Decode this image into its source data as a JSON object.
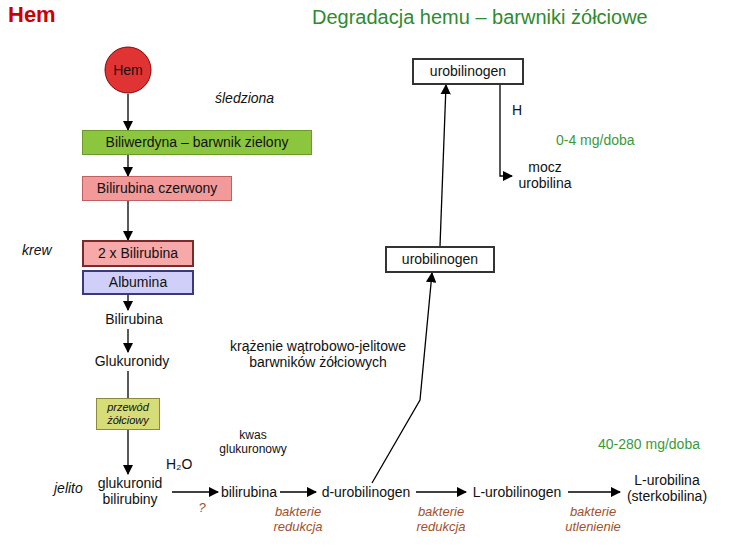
{
  "diagram": {
    "title": "Degradacja hemu – barwniki żółciowe",
    "nodes": [
      {
        "text": [
          "śledziona"
        ]
      },
      {
        "text": [
          "Hem"
        ],
        "in": 0
      },
      {
        "text": [
          "Biliwerdyna – barwnik zielony"
        ],
        "in": 0
      },
      {
        "text": [
          "Bilirubina czerwony"
        ]
      },
      {
        "text": [
          "krew"
        ]
      },
      {
        "text": [
          "2 x Bilirubina"
        ],
        "in": 4
      },
      {
        "text": [
          "Albumina"
        ],
        "in": 4
      },
      {
        "text": [
          "urobilinogen"
        ],
        "in": 4
      },
      {
        "text": [
          "urobilinogen"
        ]
      },
      {
        "text": [
          "mocz urobilina"
        ]
      },
      {
        "text": [
          "Bilirubina"
        ]
      },
      {
        "text": [
          "Glukuronidy"
        ]
      },
      {
        "text": [
          "przewód żółciowy"
        ]
      },
      {
        "text": [
          "jelito"
        ]
      },
      {
        "text": [
          "glukuronid bilirubiny"
        ],
        "in": 13
      },
      {
        "text": [
          "bilirubina"
        ],
        "in": 13
      },
      {
        "text": [
          "d-urobilinogen"
        ],
        "in": 13
      },
      {
        "text": [
          "L-urobilinogen"
        ],
        "in": 13
      },
      {
        "text": [
          "L-urobilina (sterkobilina)"
        ],
        "in": 13
      }
    ],
    "edges": [
      {
        "from": 1,
        "to": 2,
        "arrow": "to"
      },
      {
        "from": 2,
        "to": 3,
        "arrow": "to"
      },
      {
        "from": 3,
        "to": 5,
        "arrow": "to"
      },
      {
        "from": 6,
        "to": 10,
        "arrow": "to"
      },
      {
        "from": 10,
        "to": 11,
        "arrow": "to"
      },
      {
        "from": 11,
        "to": 12,
        "arrow": "none"
      },
      {
        "from": 12,
        "to": 14,
        "arrow": "to"
      },
      {
        "from": 14,
        "to": 15,
        "label": "?",
        "arrow": "to"
      },
      {
        "from": 15,
        "to": 16,
        "label": "bakterie redukcja",
        "arrow": "to"
      },
      {
        "from": 16,
        "to": 17,
        "label": "bakterie redukcja",
        "arrow": "to"
      },
      {
        "from": 17,
        "to": 18,
        "label": "bakterie utlenienie",
        "arrow": "to"
      },
      {
        "from": 16,
        "to": 7,
        "label": "krążenie wątrobowo-jelitowe barwników żółciowych",
        "arrow": "to"
      },
      {
        "from": 7,
        "to": 8,
        "arrow": "to"
      },
      {
        "from": 8,
        "to": 9,
        "arrow": "to"
      }
    ],
    "labels": [
      "Hem",
      "H",
      "0-4 mg/doba",
      "kwas glukuronowy",
      "H₂O",
      "40-280 mg/doba"
    ]
  }
}
